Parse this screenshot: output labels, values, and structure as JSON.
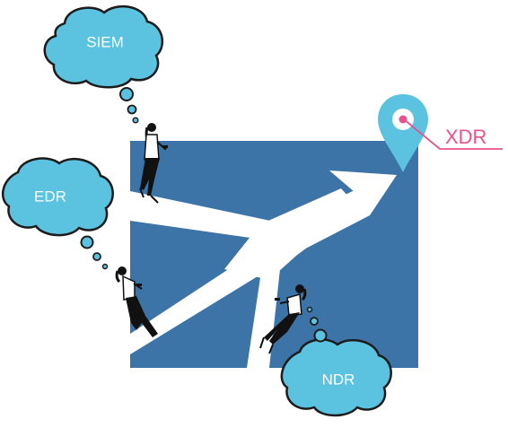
{
  "diagram": {
    "thoughts": [
      {
        "id": "siem",
        "label": "SIEM"
      },
      {
        "id": "edr",
        "label": "EDR"
      },
      {
        "id": "ndr",
        "label": "NDR"
      }
    ],
    "destination": {
      "label": "XDR"
    },
    "colors": {
      "square": "#3d74a8",
      "cloud_fill": "#5bc2e0",
      "cloud_outline": "#1c1c1c",
      "pin": "#5bc2e0",
      "accent": "#e8528c",
      "path": "#ffffff",
      "figure": "#111111"
    }
  }
}
